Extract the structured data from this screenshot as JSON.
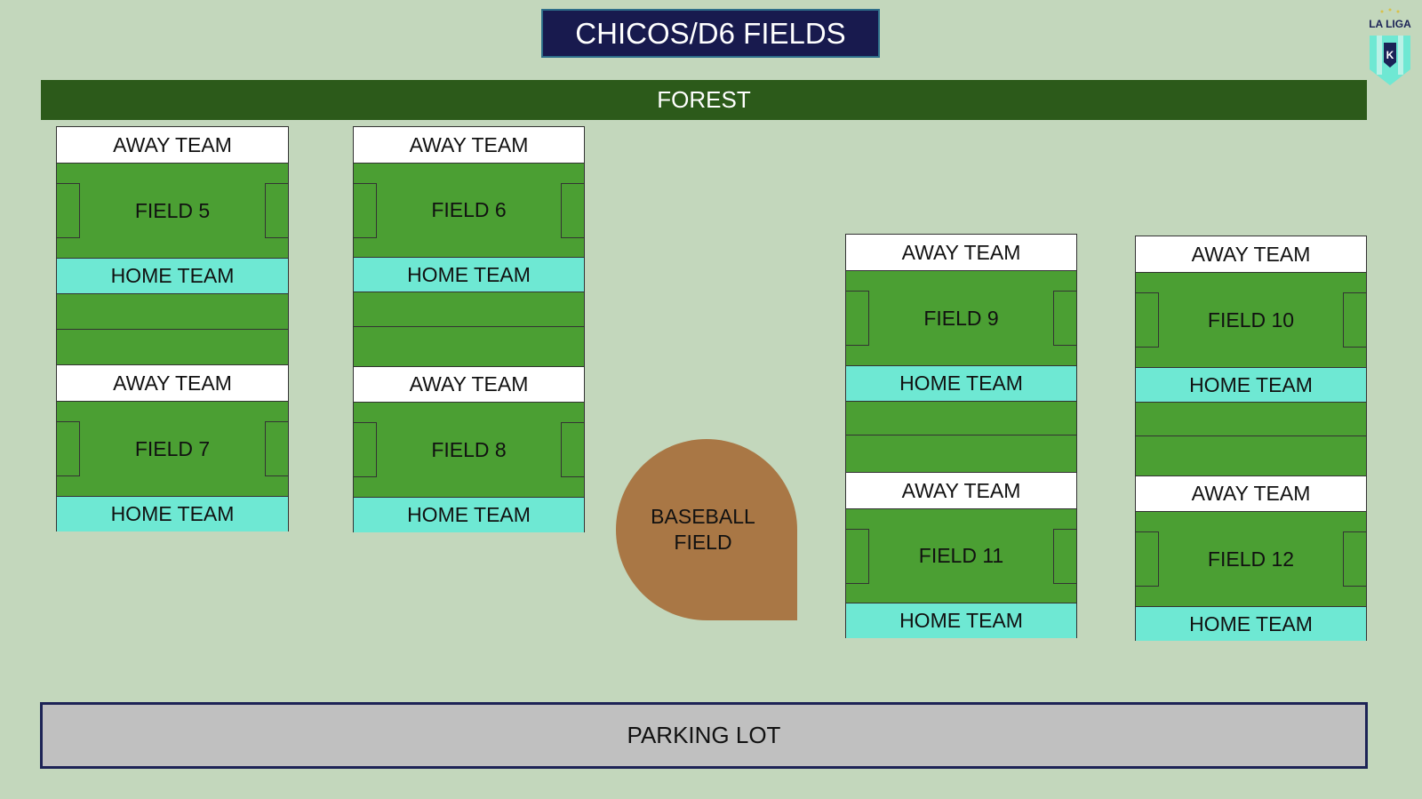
{
  "title": "CHICOS/D6 FIELDS",
  "forest": "FOREST",
  "parking": "PARKING LOT",
  "baseball": {
    "line1": "BASEBALL",
    "line2": "FIELD"
  },
  "logo": {
    "text": "LA LIGA"
  },
  "labels": {
    "away": "AWAY TEAM",
    "home": "HOME TEAM"
  },
  "fields": {
    "f5": "FIELD 5",
    "f6": "FIELD 6",
    "f7": "FIELD 7",
    "f8": "FIELD 8",
    "f9": "FIELD 9",
    "f10": "FIELD 10",
    "f11": "FIELD 11",
    "f12": "FIELD 12"
  },
  "colors": {
    "background": "#c3d7bc",
    "title_bg": "#181a4e",
    "forest": "#2c5a1a",
    "pitch": "#4b9f33",
    "home": "#6ee8d3",
    "away": "#ffffff",
    "baseball": "#a97745",
    "parking": "#c0c0c0"
  }
}
